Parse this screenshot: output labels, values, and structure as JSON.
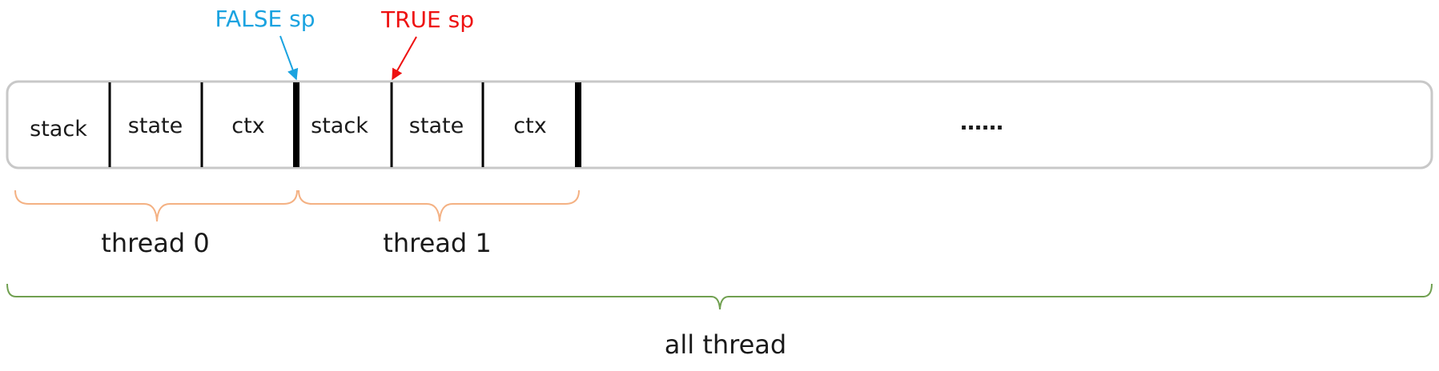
{
  "pointers": {
    "false_sp": {
      "label": "FALSE sp",
      "color": "#1aa3e0"
    },
    "true_sp": {
      "label": "TRUE sp",
      "color": "#ee1111"
    }
  },
  "memory_bar": {
    "thread0": {
      "stack": "stack",
      "state": "state",
      "ctx": "ctx"
    },
    "thread1": {
      "stack": "stack",
      "state": "state",
      "ctx": "ctx"
    },
    "ellipsis": "……"
  },
  "braces": {
    "thread0_label": "thread 0",
    "thread1_label": "thread 1",
    "all_label": "all thread",
    "thread_brace_color": "#f4b183",
    "all_brace_color": "#70a050"
  }
}
